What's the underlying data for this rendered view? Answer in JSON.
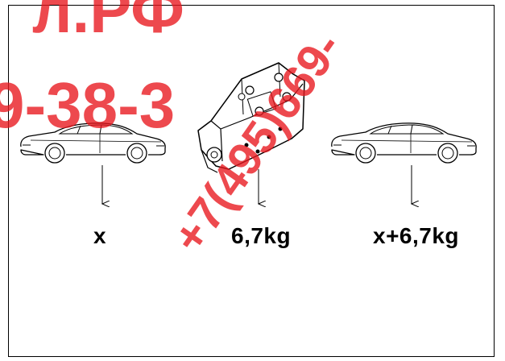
{
  "labels": {
    "left": "x",
    "center": "6,7kg",
    "right": "x+6,7kg"
  },
  "watermark": {
    "line1": "л.РФ",
    "line2": "9-38-3",
    "line3": "+7(495)669-",
    "color": "#e8161c"
  }
}
